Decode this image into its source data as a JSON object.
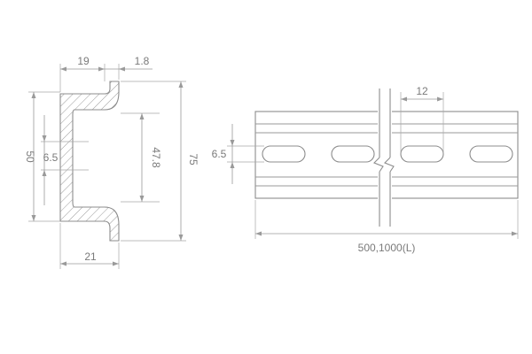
{
  "diagram": {
    "profile_dimensions": {
      "flange_width": "19",
      "thickness": "1.8",
      "total_height": "75",
      "outer_height": "50",
      "slot_height": "6.5",
      "inner_height": "47.8",
      "depth": "21"
    },
    "rail_dimensions": {
      "slot_pitch": "12",
      "slot_height": "6.5",
      "length": "500,1000(L)"
    }
  }
}
